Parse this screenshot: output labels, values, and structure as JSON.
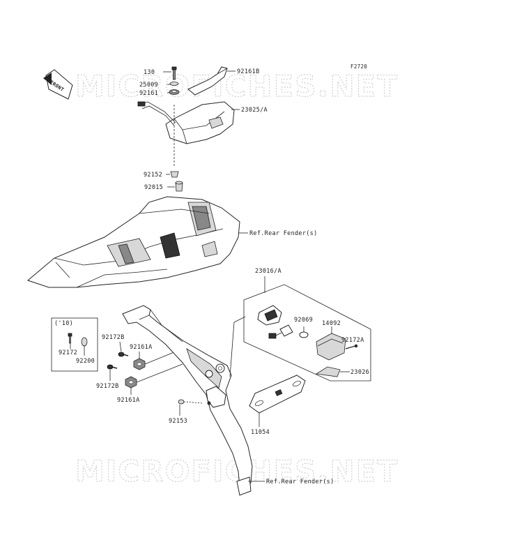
{
  "figure_code": "F2720",
  "front_label": "FRONT",
  "watermark": "MICROFICHES.NET",
  "year_note": "('10)",
  "labels": {
    "p130": "130",
    "p92161B": "92161B",
    "p25009": "25009",
    "p92161": "92161",
    "p23025A": "23025/A",
    "p92152": "92152",
    "p92015": "92015",
    "ref_fender_top": "Ref.Rear Fender(s)",
    "p23016A": "23016/A",
    "p92069": "92069",
    "p14092": "14092",
    "p92172A": "92172A",
    "p23026": "23026",
    "p92172B_top": "92172B",
    "p92161A_top": "92161A",
    "p92172": "92172",
    "p92200": "92200",
    "p92172B_bot": "92172B",
    "p92161A_bot": "92161A",
    "p92153": "92153",
    "p11054": "11054",
    "ref_fender_bot": "Ref.Rear Fender(s)"
  }
}
